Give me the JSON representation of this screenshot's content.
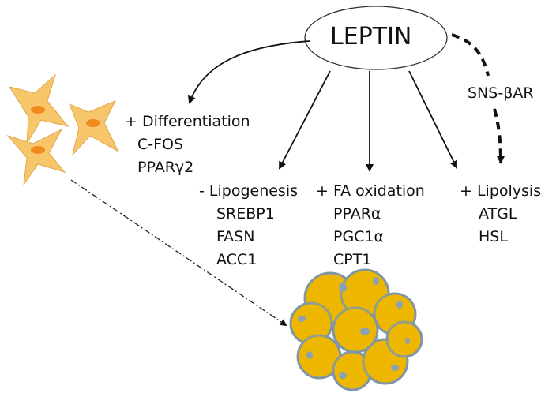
{
  "center": {
    "label": "LEPTIN"
  },
  "differentiation": {
    "heading": "+ Differentiation",
    "genes": [
      "C-FOS",
      "PPARγ2"
    ]
  },
  "lipogenesis": {
    "heading": "- Lipogenesis",
    "genes": [
      "SREBP1",
      "FASN",
      "ACC1"
    ]
  },
  "fa_oxidation": {
    "heading": "+ FA oxidation",
    "genes": [
      "PPARα",
      "PGC1α",
      "CPT1"
    ]
  },
  "lipolysis": {
    "heading": "+ Lipolysis",
    "genes": [
      "ATGL",
      "HSL"
    ]
  },
  "sns_label": "SNS-βAR",
  "colors": {
    "preadipocyte_fill": "#f7c56a",
    "preadipocyte_nucleus": "#f08a1c",
    "adipocyte_fill": "#f0b400",
    "adipocyte_outline": "#7f96a6",
    "adipocyte_droplet": "#8aa1b3"
  }
}
